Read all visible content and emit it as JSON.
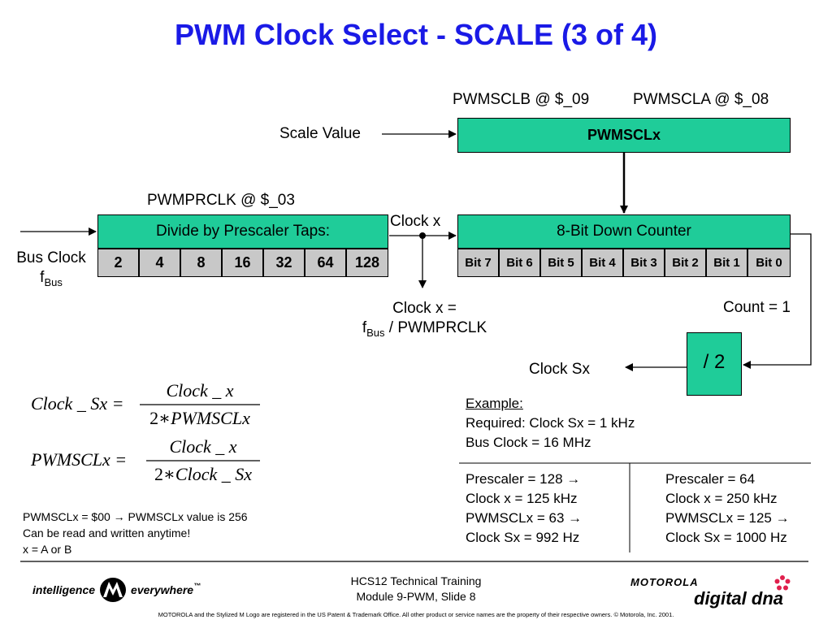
{
  "title": "PWM Clock Select - SCALE (3 of 4)",
  "registers": {
    "pwmsclb_addr": "PWMSCLB @ $_09",
    "pwmscla_addr": "PWMSCLA @ $_08",
    "pwmsclx_label": "PWMSCLx",
    "pwmprclk_addr": "PWMPRCLK @ $_03"
  },
  "scale_value_label": "Scale Value",
  "prescaler": {
    "label": "Divide by Prescaler Taps:",
    "taps": [
      "2",
      "4",
      "8",
      "16",
      "32",
      "64",
      "128"
    ]
  },
  "bus_clock": {
    "label": "Bus Clock",
    "f": "f",
    "sub": "Bus"
  },
  "clock_x_label": "Clock x",
  "clock_x_eq": {
    "line1": "Clock x =",
    "f": "f",
    "sub": "Bus",
    "rest": " / PWMPRCLK"
  },
  "counter": {
    "label": "8-Bit Down Counter",
    "bits": [
      "Bit 7",
      "Bit 6",
      "Bit 5",
      "Bit 4",
      "Bit 3",
      "Bit 2",
      "Bit 1",
      "Bit 0"
    ]
  },
  "count_label": "Count = 1",
  "divide_label": "/ 2",
  "clock_sx_label": "Clock Sx",
  "formula1": {
    "lhs": "Clock _ Sx =",
    "num": "Clock _ x",
    "den_coef": "2",
    "den_op": "∗",
    "den": "PWMSCLx"
  },
  "formula2": {
    "lhs": "PWMSCLx =",
    "num": "Clock _ x",
    "den_coef": "2",
    "den_op": "∗",
    "den": "Clock _ Sx"
  },
  "notes": [
    "PWMSCLx = $00 → PWMSCLx value is 256",
    "Can be read and written anytime!",
    "x = A or B"
  ],
  "example": {
    "heading": "Example:",
    "lines": [
      "Required: Clock Sx = 1 kHz",
      "Bus Clock = 16 MHz"
    ],
    "col1": [
      "Prescaler = 128 →",
      "Clock x = 125 kHz",
      "PWMSCLx = 63 →",
      "Clock Sx = 992 Hz"
    ],
    "col2": [
      "Prescaler = 64",
      "Clock x = 250 kHz",
      "PWMSCLx = 125 →",
      "Clock Sx = 1000 Hz"
    ]
  },
  "footer": {
    "slogan_left": "intelligence",
    "slogan_right": "everywhere",
    "tm": "™",
    "training_line1": "HCS12 Technical Training",
    "training_line2": "Module 9-PWM, Slide 8",
    "brand": "MOTOROLA",
    "digital_dna": "digital dna",
    "copyright": "MOTOROLA and the Stylized M Logo are registered in the US Patent & Trademark Office. All other  product or service names are the property of their respective owners.  © Motorola, Inc. 2001."
  },
  "colors": {
    "title": "#1a1ae6",
    "green": "#1fcc99",
    "cell": "#c8c8c8"
  }
}
